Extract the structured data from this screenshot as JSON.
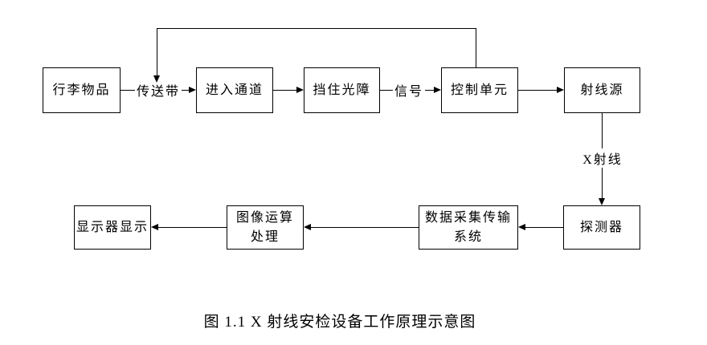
{
  "diagram": {
    "nodes": {
      "luggage": {
        "label": "行李物品"
      },
      "enter_channel": {
        "label": "进入通道"
      },
      "block_light_barrier": {
        "label": "挡住光障"
      },
      "control_unit": {
        "label": "控制单元"
      },
      "ray_source": {
        "label": "射线源"
      },
      "detector": {
        "label": "探测器"
      },
      "data_acquisition": {
        "label": "数据采集传输\n系统"
      },
      "image_processing": {
        "label": "图像运算\n处理"
      },
      "monitor_display": {
        "label": "显示器显示"
      }
    },
    "edge_labels": {
      "conveyor_belt": "传送带",
      "signal": "信号",
      "xray": "X射线"
    },
    "caption": "图 1.1 X 射线安检设备工作原理示意图",
    "colors": {
      "line": "#000000",
      "background": "#ffffff"
    }
  }
}
